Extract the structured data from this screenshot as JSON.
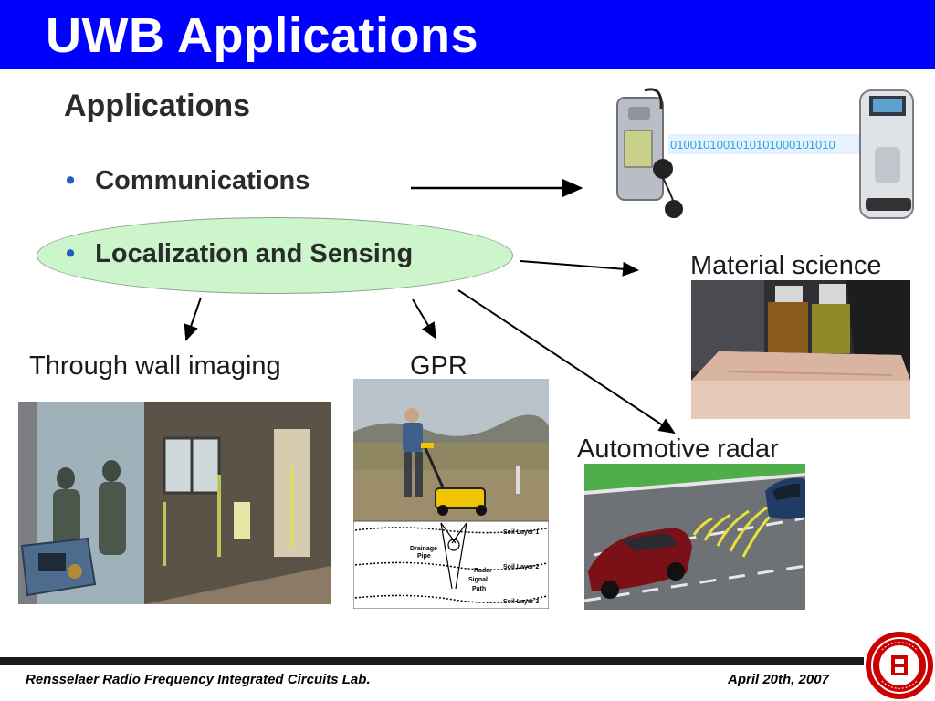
{
  "slide": {
    "title": "UWB Applications",
    "heading": "Applications",
    "bullets": [
      {
        "marker": "•",
        "text": "Communications"
      },
      {
        "marker": "•",
        "text": "Localization and Sensing"
      }
    ],
    "labels": {
      "through_wall": "Through wall imaging",
      "gpr": "GPR",
      "material": "Material science",
      "automotive": "Automotive radar"
    },
    "comm_binary": "0100101001010101000101010",
    "gpr_diagram": {
      "soil_layer_1": "Soil Layer 1",
      "soil_layer_2": "Soil Layer 2",
      "soil_layer_3": "Soil Layer 3",
      "drainage_pipe_1": "Drainage",
      "drainage_pipe_2": "Pipe",
      "radar_1": "Radar",
      "radar_2": "Signal",
      "radar_3": "Path"
    }
  },
  "footer": {
    "left": "Rensselaer Radio Frequency Integrated Circuits Lab.",
    "right": "April  20th, 2007"
  },
  "colors": {
    "title_bar": "#0000ff",
    "ellipse_fill": "#ccf5cc",
    "bullet_dot": "#1f5fbf",
    "seal": "#cc0000"
  }
}
